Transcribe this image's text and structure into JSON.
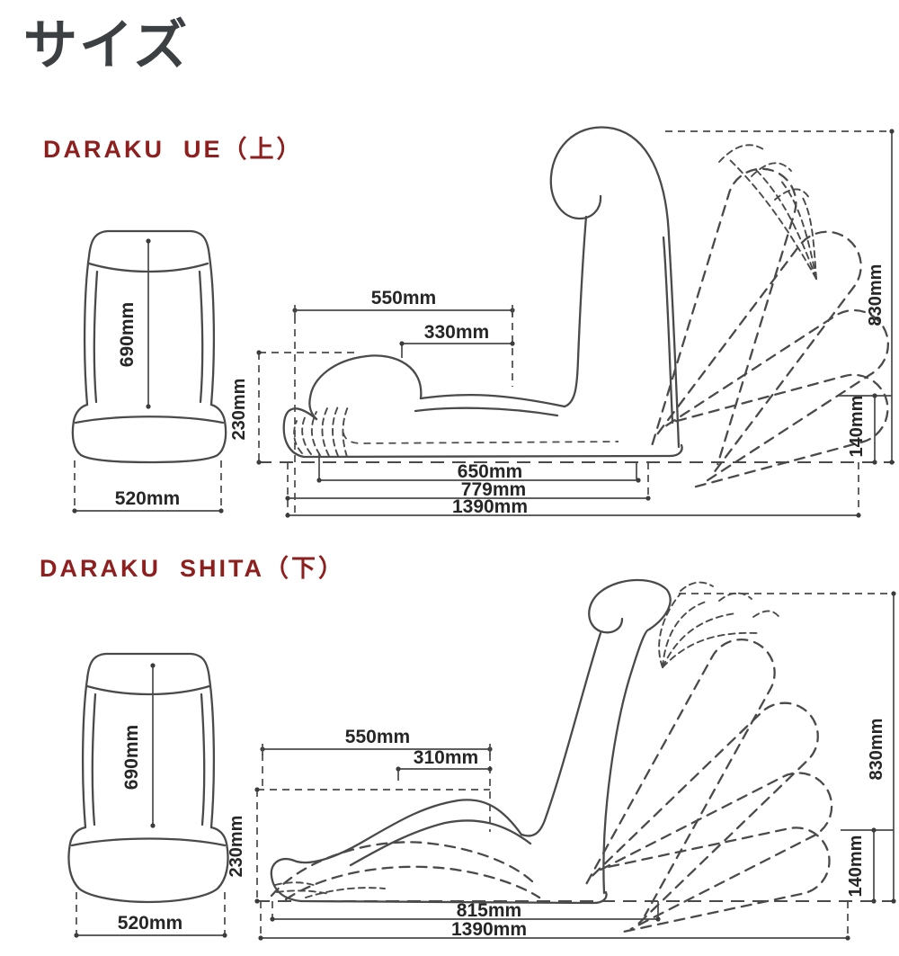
{
  "page": {
    "title": "サイズ",
    "background": "#ffffff",
    "heading_color": "#8e1f1f",
    "line_color": "#4a4a4a",
    "text_color": "#262626"
  },
  "sections": [
    {
      "id": "daraku-ue",
      "label": "DARAKU  UE（上）",
      "front": {
        "height": "690mm",
        "width": "520mm"
      },
      "side": {
        "back_top_width": "550mm",
        "headrest_width": "330mm",
        "seat_height": "230mm",
        "upright_height": "830mm",
        "folded_flat_height": "140mm",
        "seat_length": "650mm",
        "upright_length": "779mm",
        "flat_length": "1390mm"
      }
    },
    {
      "id": "daraku-shita",
      "label": "DARAKU  SHITA（下）",
      "front": {
        "height": "690mm",
        "width": "520mm"
      },
      "side": {
        "back_top_width": "550mm",
        "headrest_width": "310mm",
        "seat_height": "230mm",
        "upright_height": "830mm",
        "folded_flat_height": "140mm",
        "reclined_length": "815mm",
        "flat_length": "1390mm"
      }
    }
  ]
}
